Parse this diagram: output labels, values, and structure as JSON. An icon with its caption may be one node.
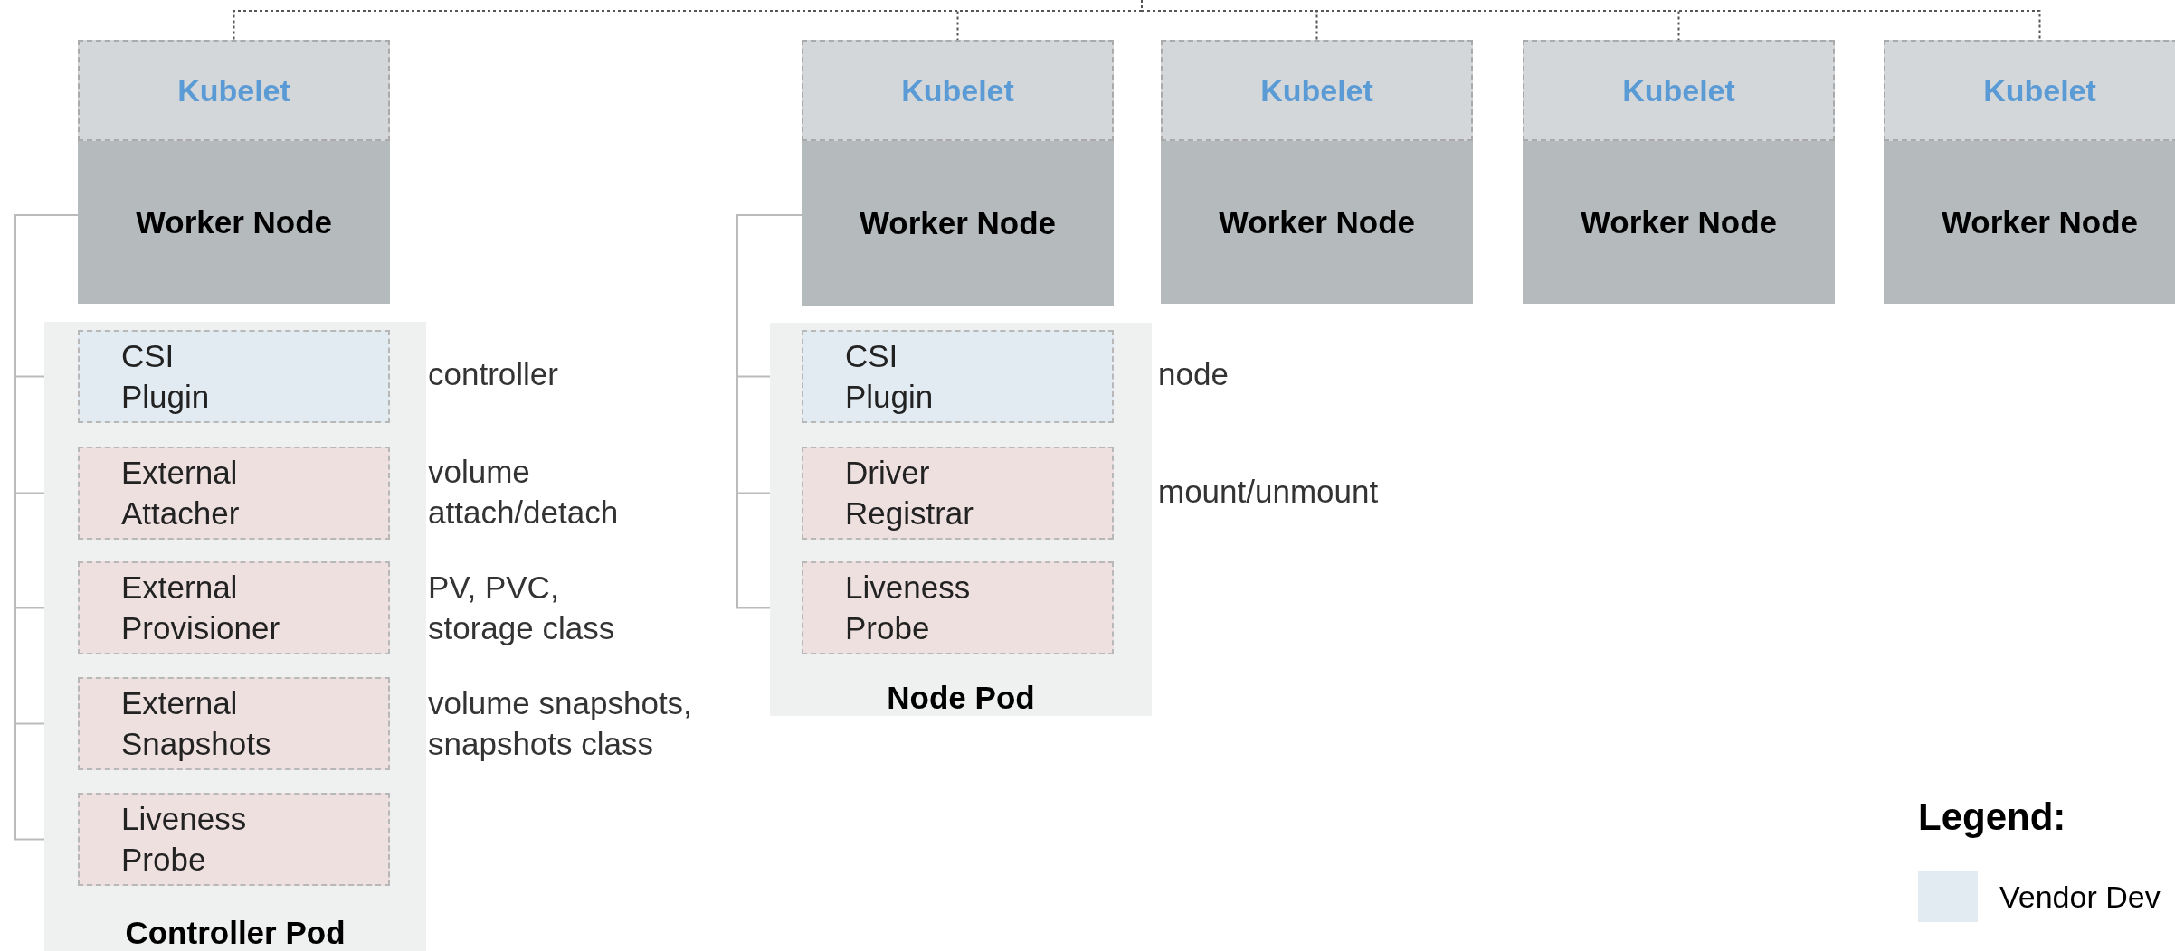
{
  "diagram": {
    "nodes": [
      {
        "text": [
          "Kubelet"
        ]
      },
      {
        "text": [
          "Worker Node"
        ]
      },
      {
        "text": [
          "Controller Pod"
        ]
      },
      {
        "text": [
          "CSI Plugin"
        ],
        "in": 2,
        "beside": [
          "controller"
        ]
      },
      {
        "text": [
          "External Attacher"
        ],
        "in": 2,
        "beside": [
          "volume attach/detach"
        ]
      },
      {
        "text": [
          "External Provisioner"
        ],
        "in": 2,
        "beside": [
          "PV, PVC, storage class"
        ]
      },
      {
        "text": [
          "External Snapshots"
        ],
        "in": 2,
        "beside": [
          "volume snapshots, snapshots class"
        ]
      },
      {
        "text": [
          "Liveness Probe"
        ],
        "in": 2
      },
      {
        "text": [
          "Kubelet"
        ]
      },
      {
        "text": [
          "Worker Node"
        ]
      },
      {
        "text": [
          "Node Pod"
        ]
      },
      {
        "text": [
          "CSI Plugin"
        ],
        "in": 10,
        "beside": [
          "node"
        ]
      },
      {
        "text": [
          "Driver Registrar"
        ],
        "in": 10,
        "beside": [
          "mount/unmount"
        ]
      },
      {
        "text": [
          "Liveness Probe"
        ],
        "in": 10
      },
      {
        "text": [
          "Kubelet"
        ]
      },
      {
        "text": [
          "Worker Node"
        ]
      },
      {
        "text": [
          "Kubelet"
        ]
      },
      {
        "text": [
          "Worker Node"
        ]
      },
      {
        "text": [
          "Kubelet"
        ]
      },
      {
        "text": [
          "Worker Node"
        ]
      }
    ],
    "edges": [
      {
        "from": null,
        "to": 0,
        "arrow": "none",
        "style": "dashed",
        "color": "#555555"
      },
      {
        "from": null,
        "to": 8,
        "arrow": "none",
        "style": "dashed",
        "color": "#555555"
      },
      {
        "from": null,
        "to": 14,
        "arrow": "none",
        "style": "dashed",
        "color": "#555555"
      },
      {
        "from": null,
        "to": 16,
        "arrow": "none",
        "style": "dashed",
        "color": "#555555"
      },
      {
        "from": null,
        "to": 18,
        "arrow": "none",
        "style": "dashed",
        "color": "#555555"
      },
      {
        "from": 1,
        "to": 3,
        "arrow": "none"
      },
      {
        "from": 1,
        "to": 4,
        "arrow": "none"
      },
      {
        "from": 1,
        "to": 5,
        "arrow": "none"
      },
      {
        "from": 1,
        "to": 6,
        "arrow": "none"
      },
      {
        "from": 1,
        "to": 7,
        "arrow": "none"
      },
      {
        "from": 9,
        "to": 11,
        "arrow": "none"
      },
      {
        "from": 9,
        "to": 12,
        "arrow": "none"
      },
      {
        "from": 9,
        "to": 13,
        "arrow": "none"
      }
    ],
    "labels": [
      "Legend:"
    ],
    "legend": [
      {
        "text": "Vendor Dev",
        "color": "#e1ebf1"
      }
    ]
  }
}
